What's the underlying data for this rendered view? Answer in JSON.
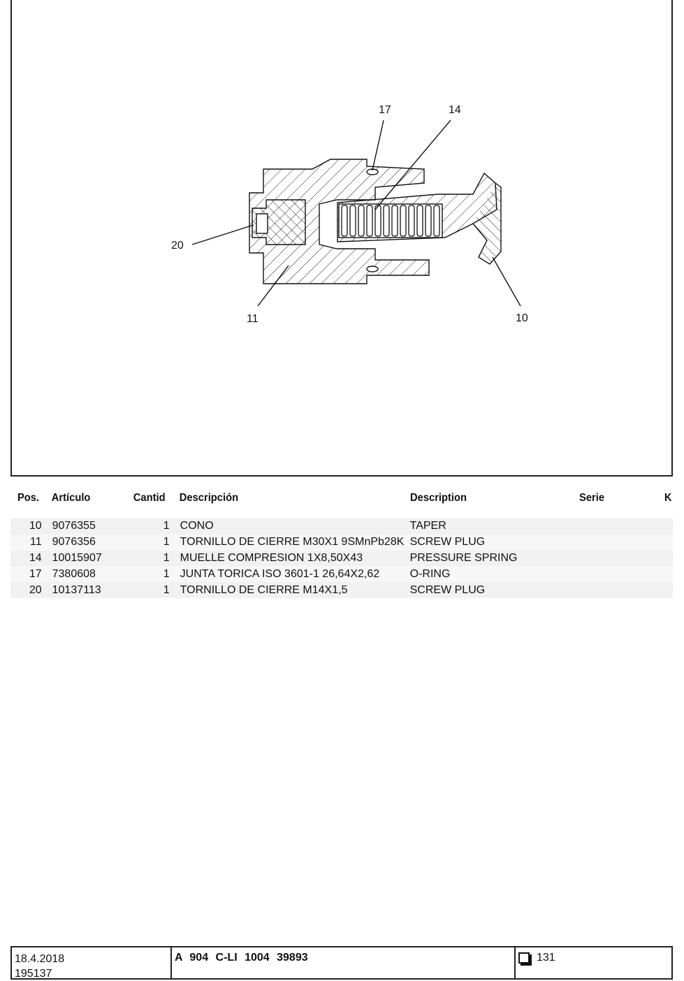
{
  "drawing": {
    "callouts": [
      "17",
      "14",
      "20",
      "11",
      "10"
    ]
  },
  "table": {
    "headers": {
      "pos": "Pos.",
      "articulo": "Artículo",
      "cantid": "Cantid",
      "descripcion": "Descripción",
      "description": "Description",
      "serie": "Serie",
      "k": "K"
    },
    "rows": [
      {
        "pos": "10",
        "articulo": "9076355",
        "cantid": "1",
        "descripcion": "CONO",
        "description": "TAPER"
      },
      {
        "pos": "11",
        "articulo": "9076356",
        "cantid": "1",
        "descripcion": "TORNILLO DE CIERRE M30X1 9SMnPb28K",
        "description": "SCREW PLUG"
      },
      {
        "pos": "14",
        "articulo": "10015907",
        "cantid": "1",
        "descripcion": "MUELLE COMPRESION 1X8,50X43",
        "description": "PRESSURE SPRING"
      },
      {
        "pos": "17",
        "articulo": "7380608",
        "cantid": "1",
        "descripcion": "JUNTA TORICA ISO 3601-1 26,64X2,62",
        "description": "O-RING"
      },
      {
        "pos": "20",
        "articulo": "10137113",
        "cantid": "1",
        "descripcion": "TORNILLO DE CIERRE M14X1,5",
        "description": "SCREW PLUG"
      }
    ]
  },
  "footer": {
    "date": "18.4.2018",
    "doc_number": "195137",
    "reference": "A 904 C-LI 1004 39893",
    "page": "131"
  }
}
